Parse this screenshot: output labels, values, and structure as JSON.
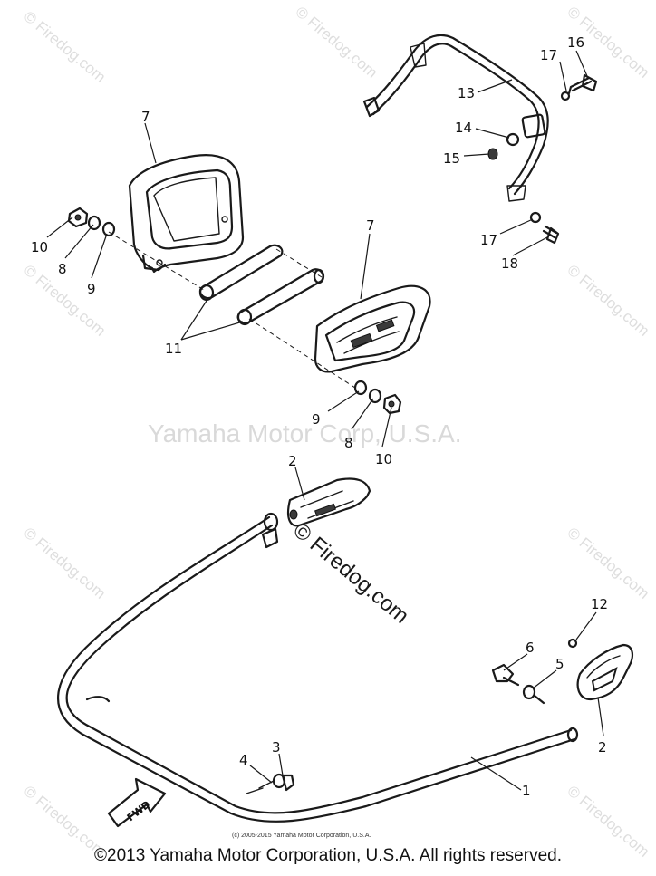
{
  "watermarks": {
    "firedog": "© Firedog.com",
    "center": "Yamaha Motor Corp, U.S.A.",
    "firedog_center": "© Firedog.com"
  },
  "fwd_arrow": "FWD",
  "small_copyright": "(c) 2005-2015 Yamaha Motor Corporation, U.S.A.",
  "copyright": "©2013 Yamaha Motor Corporation, U.S.A. All rights reserved.",
  "callouts": {
    "c1": "1",
    "c2a": "2",
    "c2b": "2",
    "c3": "3",
    "c4": "4",
    "c5": "5",
    "c6": "6",
    "c7a": "7",
    "c7b": "7",
    "c8a": "8",
    "c8b": "8",
    "c9a": "9",
    "c9b": "9",
    "c10a": "10",
    "c10b": "10",
    "c11": "11",
    "c12": "12",
    "c13": "13",
    "c14": "14",
    "c15": "15",
    "c16": "16",
    "c17a": "17",
    "c17b": "17",
    "c18": "18"
  }
}
